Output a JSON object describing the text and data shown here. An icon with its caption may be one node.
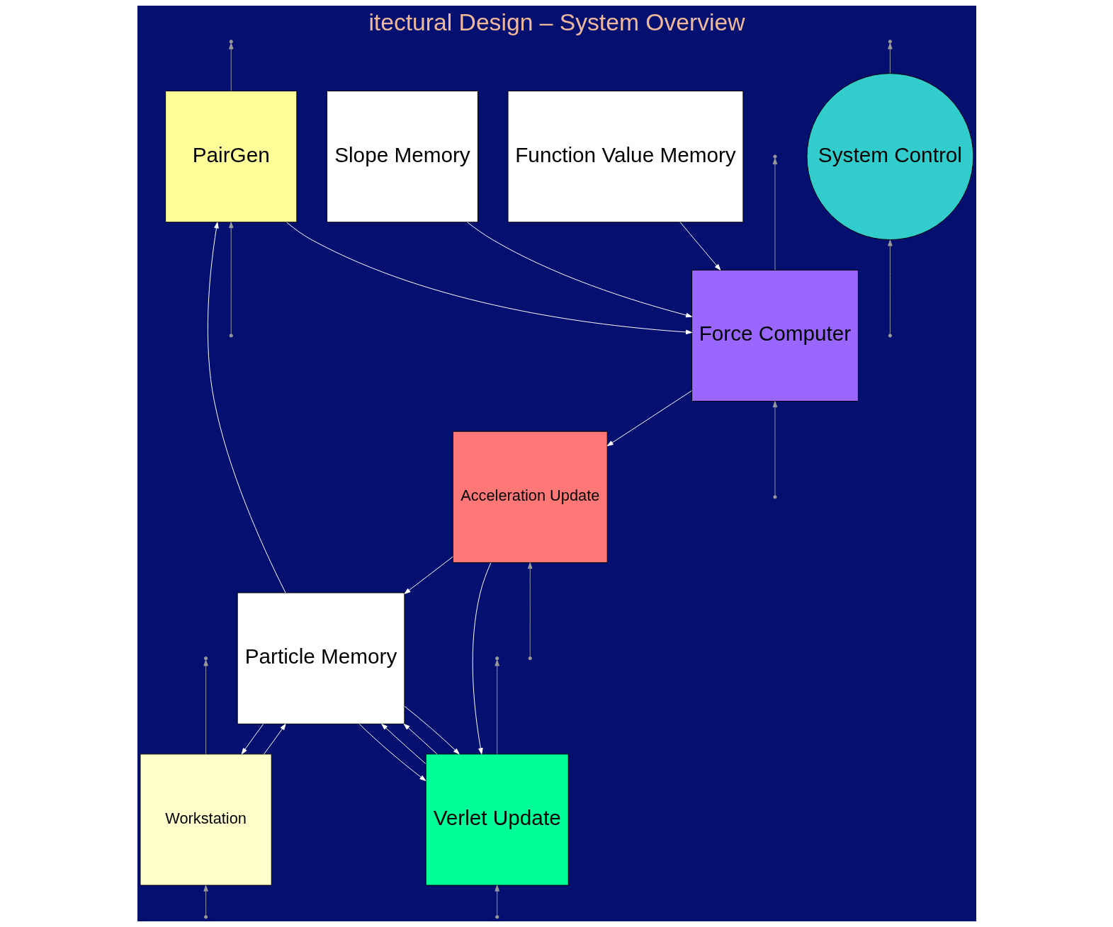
{
  "diagram": {
    "title": "itectural Design – System Overview",
    "nodes": [
      {
        "text": [
          "PairGen"
        ]
      },
      {
        "text": [
          "Force Computer"
        ]
      },
      {
        "text": [
          "Slope Memory"
        ]
      },
      {
        "text": [
          "Function Value Memory"
        ]
      },
      {
        "text": [
          "Workstation"
        ]
      },
      {
        "text": [
          "Particle Memory"
        ]
      },
      {
        "text": [
          "Acceleration Update"
        ]
      },
      {
        "text": [
          "Verlet Update"
        ]
      },
      {
        "text": [
          "System Control"
        ]
      }
    ],
    "edges": [
      {
        "from": 0,
        "to": 1,
        "arrow": "to"
      },
      {
        "from": 2,
        "to": 1,
        "arrow": "to"
      },
      {
        "from": 3,
        "to": 1,
        "arrow": "to"
      },
      {
        "from": 1,
        "to": 6,
        "arrow": "to"
      },
      {
        "from": 5,
        "to": 0,
        "arrow": "to"
      },
      {
        "from": 5,
        "to": 4,
        "arrow": "to"
      },
      {
        "from": 4,
        "to": 5,
        "arrow": "to"
      },
      {
        "from": 6,
        "to": 5,
        "arrow": "to"
      },
      {
        "from": 6,
        "to": 7,
        "arrow": "to"
      },
      {
        "from": 7,
        "to": 5,
        "arrow": "to"
      },
      {
        "from": 5,
        "to": 7,
        "arrow": "to"
      },
      {
        "from": 7,
        "to": 5,
        "arrow": "to"
      },
      {
        "from": 5,
        "to": 7,
        "arrow": "to"
      },
      {
        "from": null,
        "to": 0,
        "arrow": "to",
        "color": "#999999"
      },
      {
        "from": 1,
        "to": null,
        "arrow": "to",
        "color": "#999999"
      },
      {
        "from": 0,
        "to": null,
        "arrow": "to",
        "color": "#999999"
      },
      {
        "from": null,
        "to": 1,
        "arrow": "to",
        "color": "#999999"
      },
      {
        "from": 4,
        "to": null,
        "arrow": "to",
        "color": "#999999"
      },
      {
        "from": null,
        "to": 4,
        "arrow": "to",
        "color": "#999999"
      },
      {
        "from": null,
        "to": 6,
        "arrow": "to",
        "color": "#999999"
      },
      {
        "from": 7,
        "to": null,
        "arrow": "to",
        "color": "#999999"
      },
      {
        "from": null,
        "to": 7,
        "arrow": "to",
        "color": "#999999"
      },
      {
        "from": null,
        "to": 8,
        "arrow": "to",
        "color": "#999999"
      },
      {
        "from": 8,
        "to": null,
        "arrow": "to",
        "color": "#999999"
      }
    ]
  }
}
